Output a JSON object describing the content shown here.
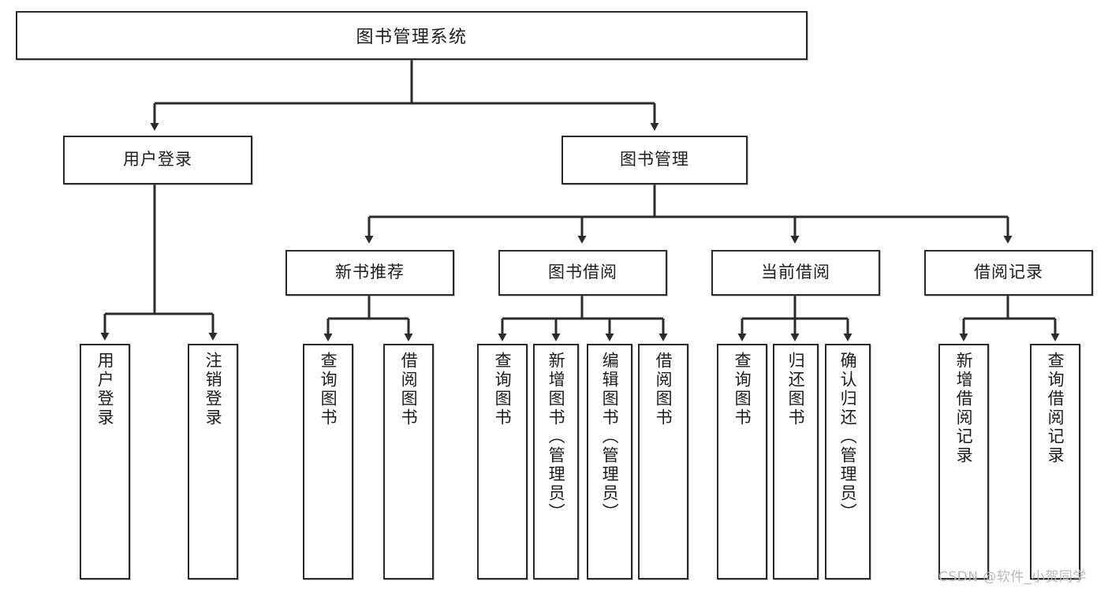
{
  "diagram": {
    "type": "tree-hierarchy",
    "orientation": "top-down",
    "title": "图书管理系统",
    "levels": 4,
    "colors": {
      "stroke": "#2b2b2b",
      "fill": "#ffffff",
      "text": "#1c1c1c",
      "watermark": "#b9b9b9"
    }
  },
  "root": {
    "label": "图书管理系统"
  },
  "level2": [
    {
      "label": "用户登录"
    },
    {
      "label": "图书管理"
    }
  ],
  "level3": [
    {
      "label": "新书推荐"
    },
    {
      "label": "图书借阅"
    },
    {
      "label": "当前借阅"
    },
    {
      "label": "借阅记录"
    }
  ],
  "leaves": {
    "user_login": [
      {
        "label": "用户登录"
      },
      {
        "label": "注销登录"
      }
    ],
    "new_book": [
      {
        "label": "查询图书"
      },
      {
        "label": "借阅图书"
      }
    ],
    "book_borrow": [
      {
        "label": "查询图书"
      },
      {
        "label": "新增图书（管理员）"
      },
      {
        "label": "编辑图书（管理员）"
      },
      {
        "label": "借阅图书"
      }
    ],
    "current_borrow": [
      {
        "label": "查询图书"
      },
      {
        "label": "归还图书"
      },
      {
        "label": "确认归还（管理员）"
      }
    ],
    "borrow_record": [
      {
        "label": "新增借阅记录"
      },
      {
        "label": "查询借阅记录"
      }
    ]
  },
  "watermark": {
    "text": "CSDN @软件_小贺同学"
  }
}
